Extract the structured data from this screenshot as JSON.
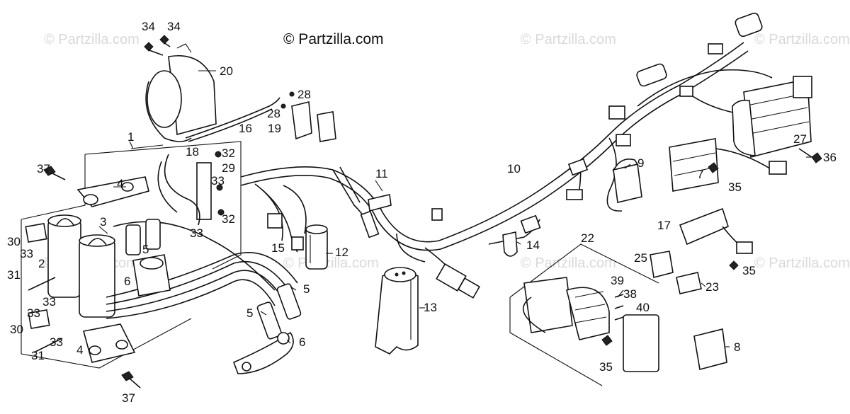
{
  "watermark": {
    "main": "© Partzilla.com",
    "faint": "© Partzilla.com"
  },
  "colors": {
    "ink": "#111111",
    "watermark": "#d9d9d9",
    "background": "#ffffff"
  },
  "callouts": [
    {
      "id": "c34a",
      "label": "34"
    },
    {
      "id": "c34b",
      "label": "34"
    },
    {
      "id": "c20",
      "label": "20"
    },
    {
      "id": "c28a",
      "label": "28"
    },
    {
      "id": "c28b",
      "label": "28"
    },
    {
      "id": "c19",
      "label": "19"
    },
    {
      "id": "c16",
      "label": "16"
    },
    {
      "id": "c1",
      "label": "1"
    },
    {
      "id": "c18",
      "label": "18"
    },
    {
      "id": "c32a",
      "label": "32"
    },
    {
      "id": "c29",
      "label": "29"
    },
    {
      "id": "c33a",
      "label": "33"
    },
    {
      "id": "c32b",
      "label": "32"
    },
    {
      "id": "c33b",
      "label": "33"
    },
    {
      "id": "c37a",
      "label": "37"
    },
    {
      "id": "c4a",
      "label": "4"
    },
    {
      "id": "c3",
      "label": "3"
    },
    {
      "id": "c30a",
      "label": "30"
    },
    {
      "id": "c33c",
      "label": "33"
    },
    {
      "id": "c5a",
      "label": "5"
    },
    {
      "id": "c2",
      "label": "2"
    },
    {
      "id": "c31a",
      "label": "31"
    },
    {
      "id": "c6a",
      "label": "6"
    },
    {
      "id": "c33d",
      "label": "33"
    },
    {
      "id": "c33e",
      "label": "33"
    },
    {
      "id": "c30b",
      "label": "30"
    },
    {
      "id": "c33f",
      "label": "33"
    },
    {
      "id": "c31b",
      "label": "31"
    },
    {
      "id": "c4b",
      "label": "4"
    },
    {
      "id": "c37b",
      "label": "37"
    },
    {
      "id": "c5b",
      "label": "5"
    },
    {
      "id": "c5c",
      "label": "5"
    },
    {
      "id": "c6b",
      "label": "6"
    },
    {
      "id": "c11",
      "label": "11"
    },
    {
      "id": "c15",
      "label": "15"
    },
    {
      "id": "c12",
      "label": "12"
    },
    {
      "id": "c13",
      "label": "13"
    },
    {
      "id": "c10",
      "label": "10"
    },
    {
      "id": "c14",
      "label": "14"
    },
    {
      "id": "c9",
      "label": "9"
    },
    {
      "id": "c27",
      "label": "27"
    },
    {
      "id": "c36",
      "label": "36"
    },
    {
      "id": "c7",
      "label": "7"
    },
    {
      "id": "c35a",
      "label": "35"
    },
    {
      "id": "c17",
      "label": "17"
    },
    {
      "id": "c22",
      "label": "22"
    },
    {
      "id": "c25",
      "label": "25"
    },
    {
      "id": "c35b",
      "label": "35"
    },
    {
      "id": "c39",
      "label": "39"
    },
    {
      "id": "c38",
      "label": "38"
    },
    {
      "id": "c40",
      "label": "40"
    },
    {
      "id": "c23",
      "label": "23"
    },
    {
      "id": "c8",
      "label": "8"
    },
    {
      "id": "c35c",
      "label": "35"
    }
  ]
}
